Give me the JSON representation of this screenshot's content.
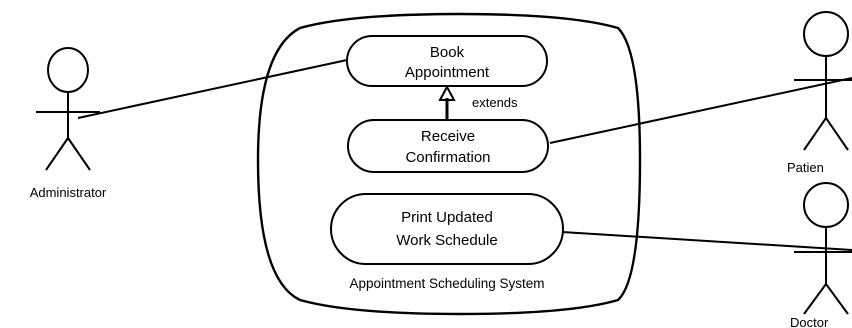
{
  "system": {
    "label": "Appointment Scheduling System"
  },
  "use_cases": [
    {
      "id": "book",
      "lines": [
        "Book",
        "Appointment"
      ]
    },
    {
      "id": "receive",
      "lines": [
        "Receive",
        "Confirmation"
      ]
    },
    {
      "id": "print",
      "lines": [
        "Print Updated",
        "Work Schedule"
      ]
    }
  ],
  "relationships": {
    "extends_label": "extends"
  },
  "actors": [
    {
      "id": "administrator",
      "label": "Administrator"
    },
    {
      "id": "patient",
      "label": "Patien"
    },
    {
      "id": "doctor",
      "label": "Doctor"
    }
  ]
}
